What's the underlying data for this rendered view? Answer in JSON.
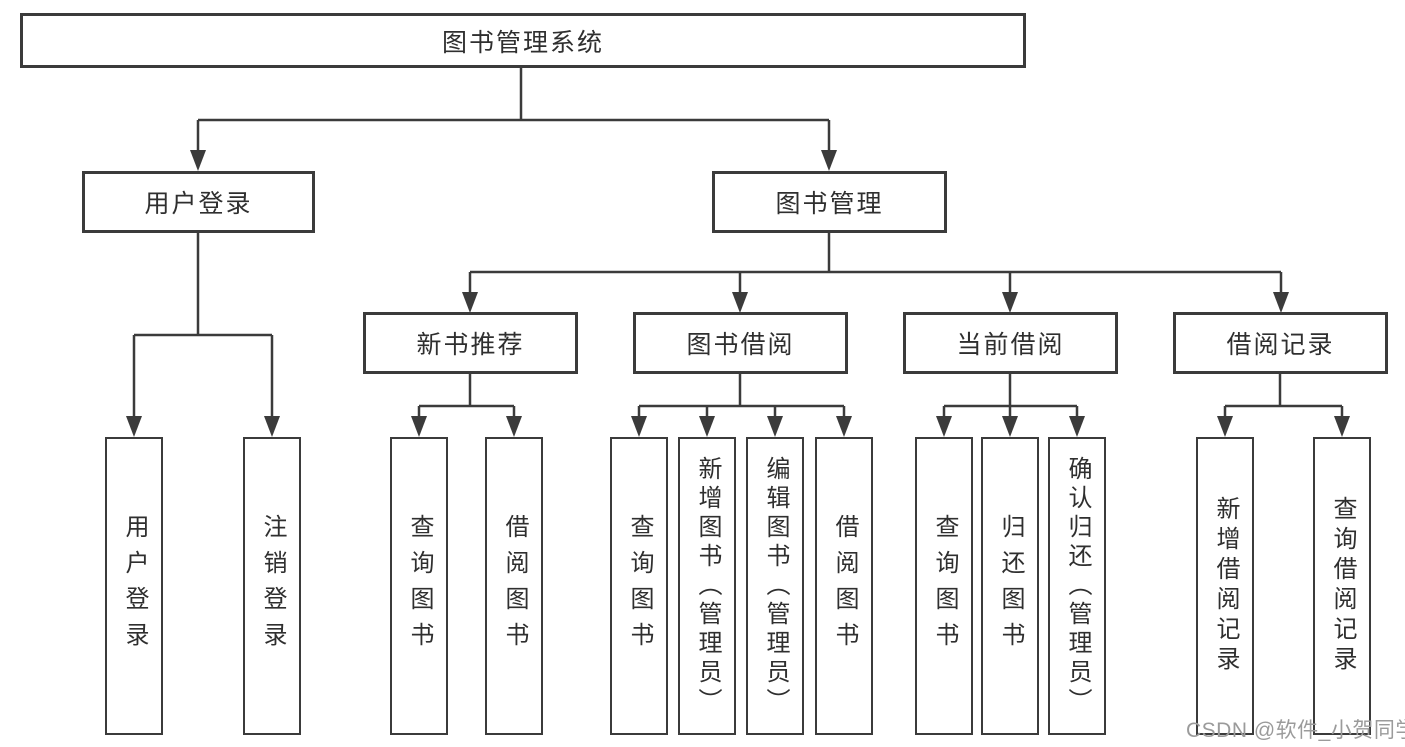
{
  "diagram": {
    "title": "图书管理系统",
    "watermark": "CSDN @软件_小贺同学",
    "colors": {
      "line": "#3b3b3b",
      "box_background": "#ffffff",
      "text": "#2f2f2f",
      "watermark": "#9b9b9b"
    },
    "nodes": {
      "root": {
        "label": "图书管理系统"
      },
      "user_login": {
        "label": "用户登录"
      },
      "book_management": {
        "label": "图书管理"
      },
      "new_book_recommend": {
        "label": "新书推荐"
      },
      "book_borrow": {
        "label": "图书借阅"
      },
      "current_borrow": {
        "label": "当前借阅"
      },
      "borrow_records": {
        "label": "借阅记录"
      },
      "leaf_user_login": {
        "label": "用户登录"
      },
      "leaf_logout": {
        "label": "注销登录"
      },
      "leaf_query_book_recommend": {
        "label": "查询图书"
      },
      "leaf_borrow_book_recommend": {
        "label": "借阅图书"
      },
      "leaf_query_book_borrow": {
        "label": "查询图书"
      },
      "leaf_add_book_admin": {
        "label": "新增图书（管理员）"
      },
      "leaf_edit_book_admin": {
        "label": "编辑图书（管理员）"
      },
      "leaf_borrow_book_borrow": {
        "label": "借阅图书"
      },
      "leaf_query_book_current": {
        "label": "查询图书"
      },
      "leaf_return_book": {
        "label": "归还图书"
      },
      "leaf_confirm_return_admin": {
        "label": "确认归还（管理员）"
      },
      "leaf_add_borrow_record": {
        "label": "新增借阅记录"
      },
      "leaf_query_borrow_record": {
        "label": "查询借阅记录"
      }
    }
  }
}
